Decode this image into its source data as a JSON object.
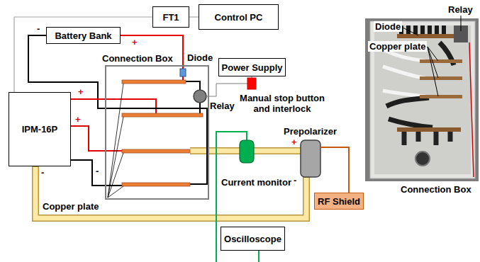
{
  "diagram": {
    "nodes": [
      {
        "text": [
          "FT1"
        ]
      },
      {
        "text": [
          "Control PC"
        ]
      },
      {
        "text": [
          "Battery Bank"
        ]
      },
      {
        "text": [
          "Connection Box"
        ]
      },
      {
        "text": [
          "Power Supply"
        ]
      },
      {
        "text": [
          "IPM-16P"
        ]
      },
      {
        "text": [
          "RF Shield"
        ]
      },
      {
        "text": [
          "Oscilloscope"
        ]
      }
    ],
    "edges": [
      {
        "from": 0,
        "to": 1,
        "arrow": "none"
      },
      {
        "from": 0,
        "to": 5,
        "arrow": "none"
      },
      {
        "from": 2,
        "to": 3,
        "arrow": "none"
      },
      {
        "from": 2,
        "to": 3,
        "arrow": "none"
      },
      {
        "from": 5,
        "to": 3,
        "arrow": "none"
      },
      {
        "from": 5,
        "to": 3,
        "arrow": "none"
      },
      {
        "from": 5,
        "to": 3,
        "arrow": "none"
      }
    ],
    "labels": [
      "-",
      "+",
      "Diode",
      "Relay",
      "Manual stop button and interlock",
      "+",
      "+",
      "Prepolarizer",
      "+",
      "Current monitor",
      "-",
      "-",
      "-",
      "Copper plate",
      "Relay",
      "Diode",
      "Copper plate",
      "Connection Box"
    ]
  }
}
